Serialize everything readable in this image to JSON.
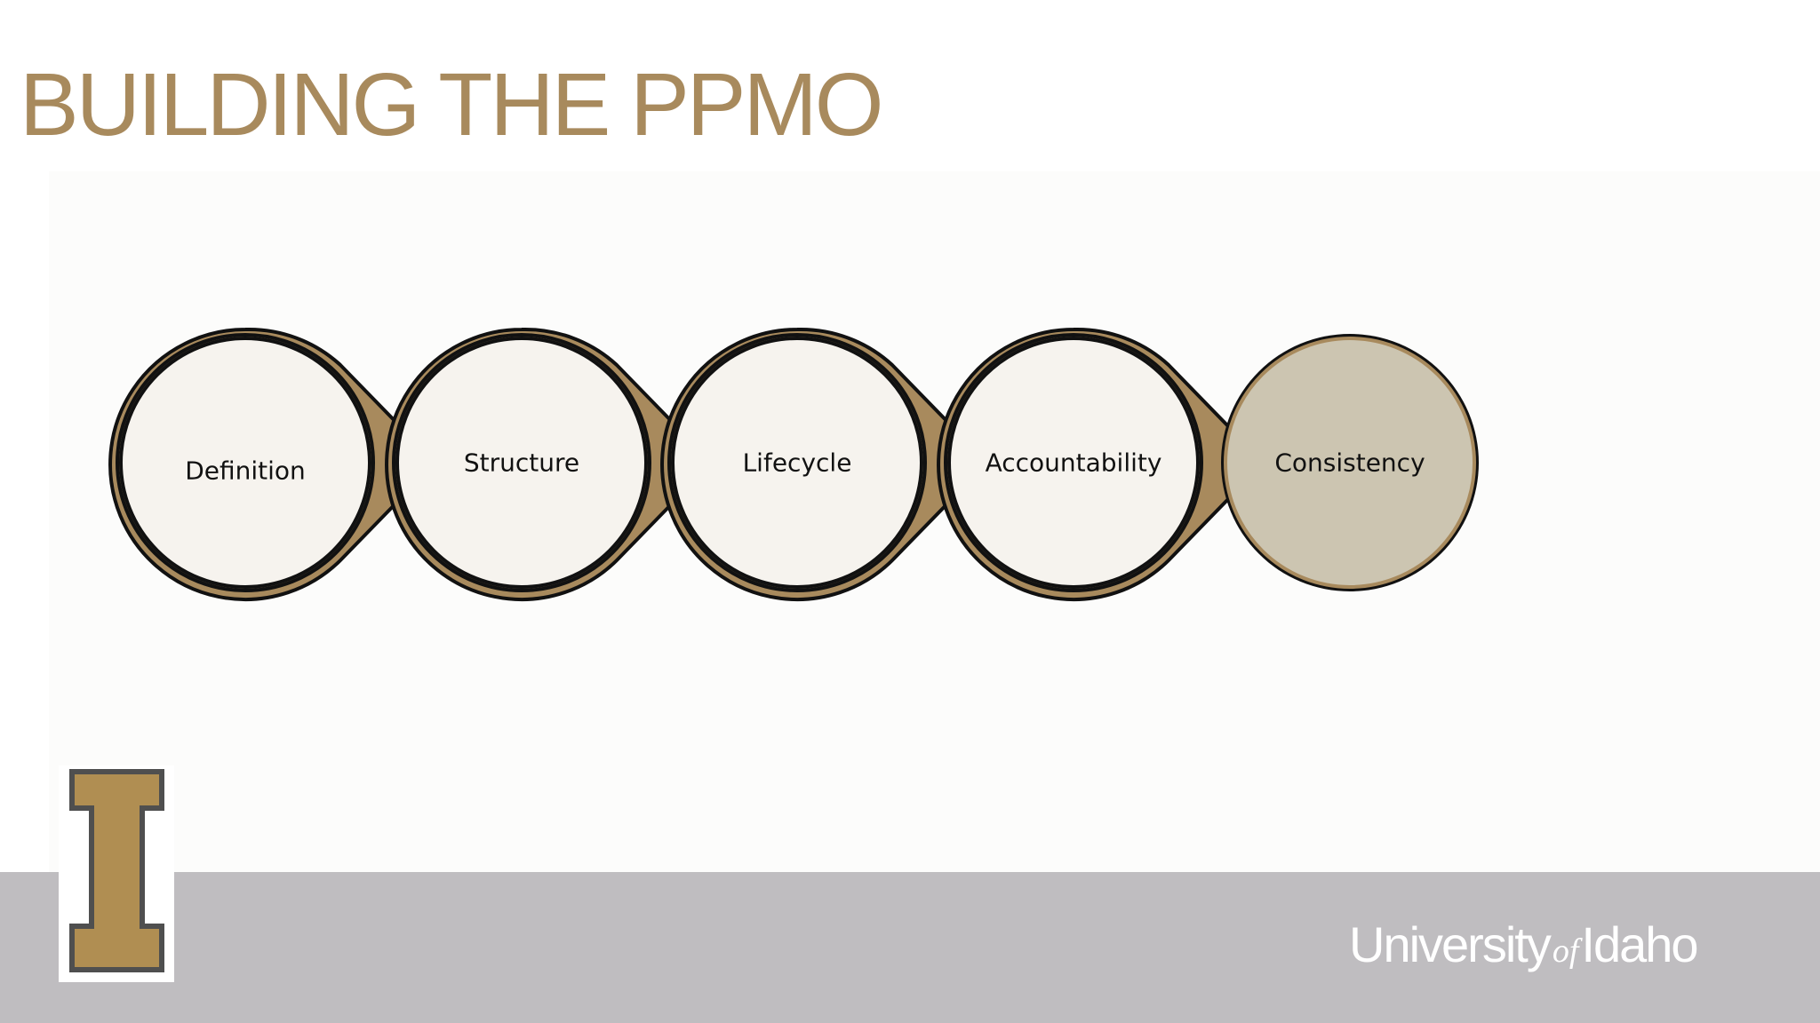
{
  "slide": {
    "title": "BUILDING THE PPMO"
  },
  "process": {
    "steps": [
      {
        "label": "Definition",
        "highlighted": false
      },
      {
        "label": "Structure",
        "highlighted": false
      },
      {
        "label": "Lifecycle",
        "highlighted": false
      },
      {
        "label": "Accountability",
        "highlighted": false
      },
      {
        "label": "Consistency",
        "highlighted": true
      }
    ]
  },
  "branding": {
    "logo_letter": "I",
    "wordmark_part1": "University",
    "wordmark_part2": "of",
    "wordmark_part3": "Idaho"
  },
  "colors": {
    "title": "#a88a5d",
    "accent_gold": "#a88a5d",
    "circle_fill": "#f6f3ee",
    "highlight_fill": "#ccc5b1",
    "footer_bar": "#bfbdc0"
  }
}
